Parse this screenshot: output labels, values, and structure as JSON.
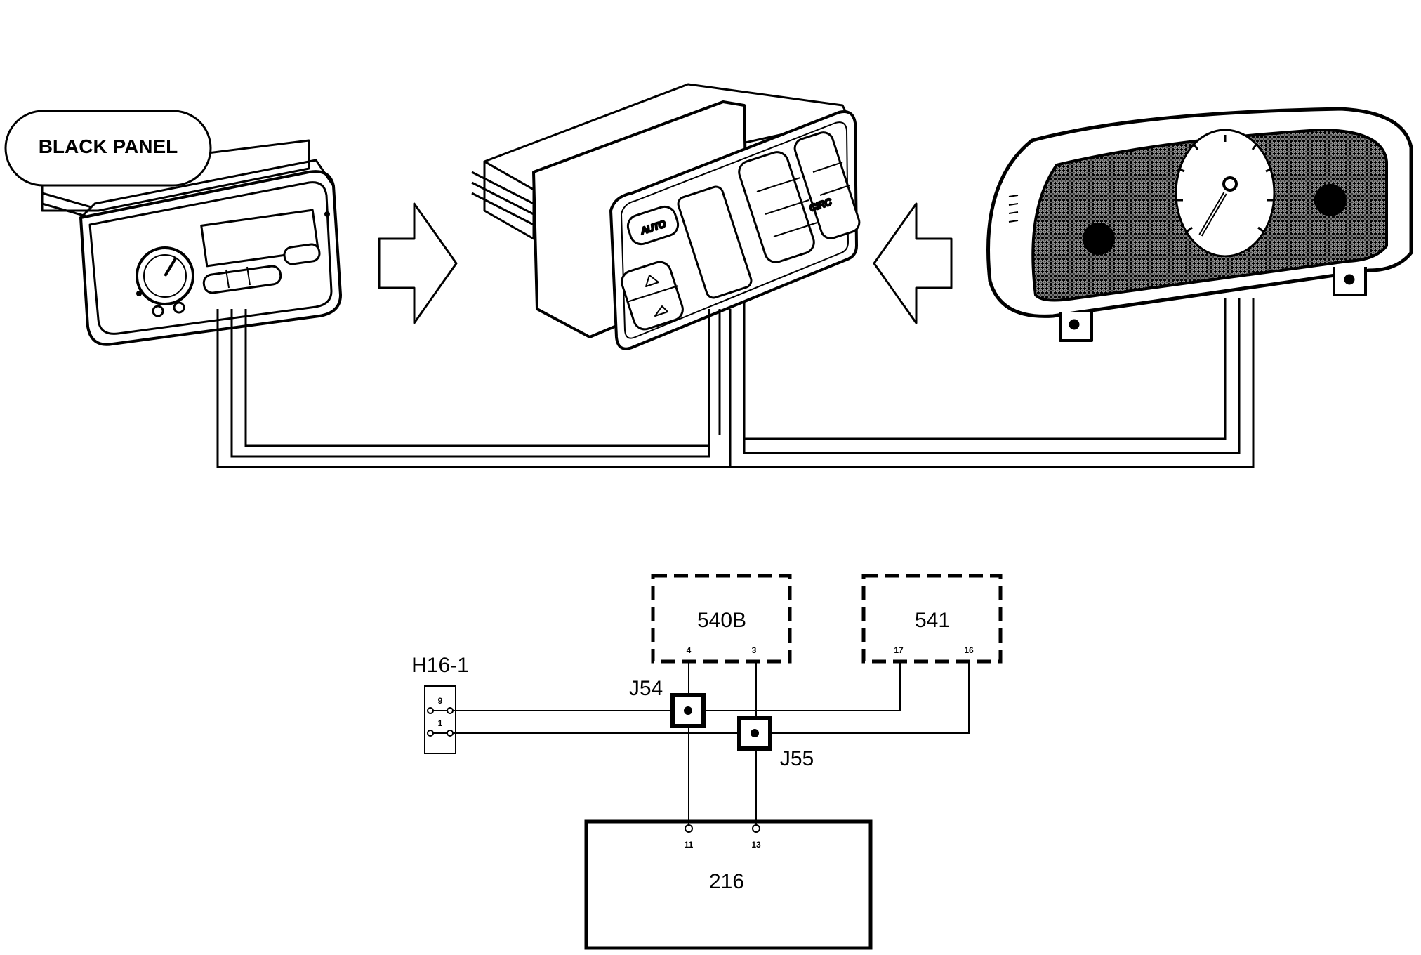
{
  "callout": {
    "label": "BLACK PANEL"
  },
  "climate_panel": {
    "auto_label": "AUTO",
    "recirc_label": "CIRC"
  },
  "schematic": {
    "modules": {
      "m540b": {
        "label": "540B",
        "pins": [
          "4",
          "3"
        ]
      },
      "m541": {
        "label": "541",
        "pins": [
          "17",
          "16"
        ]
      },
      "m216": {
        "label": "216",
        "pins": [
          "11",
          "13"
        ]
      }
    },
    "connector": {
      "label": "H16-1",
      "pins": [
        "9",
        "1"
      ]
    },
    "splices": {
      "j54": "J54",
      "j55": "J55"
    }
  }
}
